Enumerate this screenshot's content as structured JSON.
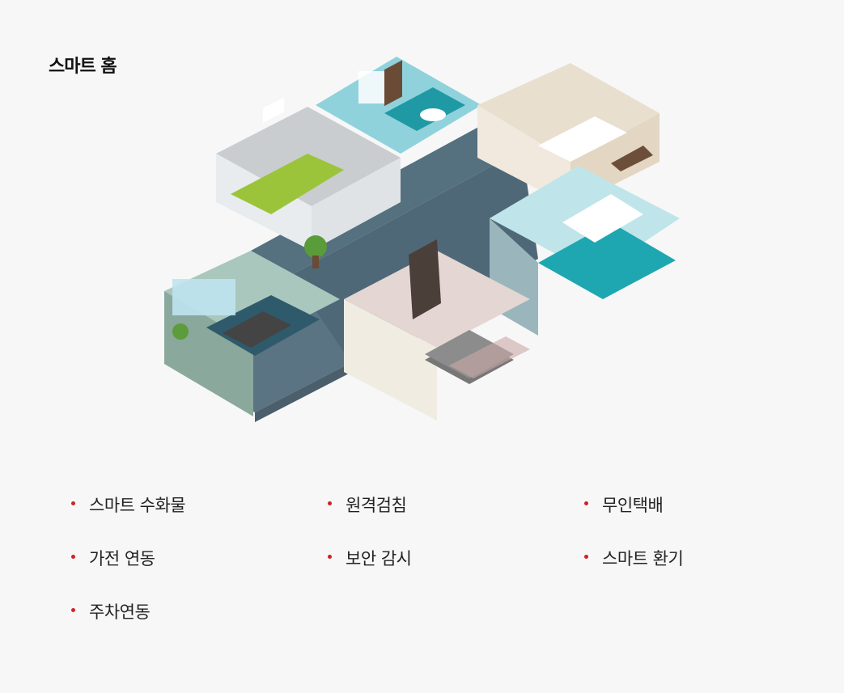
{
  "header": {
    "title": "스마트 홈"
  },
  "illustration": {
    "icon": "isometric-house-floorplan-icon"
  },
  "colors": {
    "accent": "#d0202a",
    "background": "#f7f7f7",
    "text": "#222222"
  },
  "features": [
    {
      "label": "스마트 수화물"
    },
    {
      "label": "원격검침"
    },
    {
      "label": "무인택배"
    },
    {
      "label": "가전 연동"
    },
    {
      "label": "보안 감시"
    },
    {
      "label": "스마트 환기"
    },
    {
      "label": "주차연동"
    }
  ]
}
